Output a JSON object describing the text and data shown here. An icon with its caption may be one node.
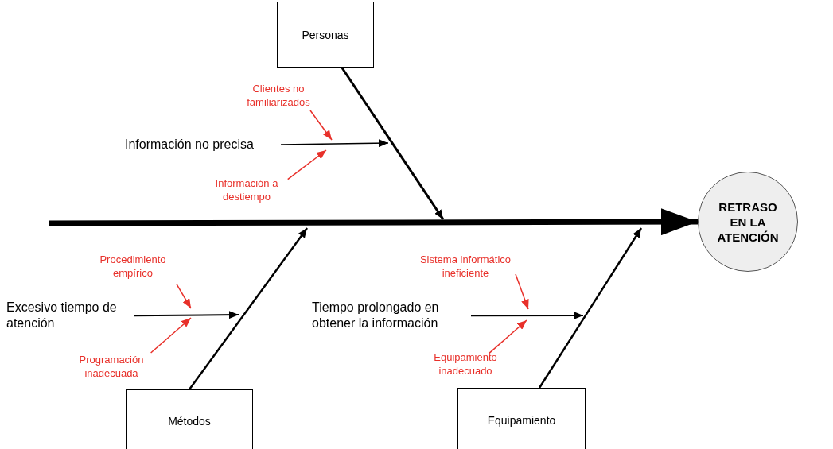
{
  "diagram": {
    "nodes": [
      {
        "text": [
          "Personas"
        ]
      },
      {
        "text": [
          "Métodos"
        ]
      },
      {
        "text": [
          "Equipamiento"
        ]
      },
      {
        "text": [
          "RETRASO EN LA ATENCIÓN"
        ]
      },
      {
        "text": [
          "Información no precisa"
        ]
      },
      {
        "text": [
          "Clientes no familiarizados"
        ]
      },
      {
        "text": [
          "Información a destiempo"
        ]
      },
      {
        "text": [
          "Excesivo tiempo de atención"
        ]
      },
      {
        "text": [
          "Procedimiento empírico"
        ]
      },
      {
        "text": [
          "Programación inadecuada"
        ]
      },
      {
        "text": [
          "Tiempo prolongado en obtener la información"
        ]
      },
      {
        "text": [
          "Sistema informático ineficiente"
        ]
      },
      {
        "text": [
          "Equipamiento inadecuado"
        ]
      }
    ],
    "edges": [
      {
        "from": null,
        "to": 3,
        "arrow": "to",
        "style": "thick"
      },
      {
        "from": 0,
        "to": null,
        "arrow": "to"
      },
      {
        "from": 1,
        "to": null,
        "arrow": "to"
      },
      {
        "from": 2,
        "to": null,
        "arrow": "to"
      },
      {
        "from": 4,
        "to": null,
        "arrow": "to"
      },
      {
        "from": 5,
        "to": null,
        "arrow": "to",
        "color": "#e8302a"
      },
      {
        "from": 6,
        "to": null,
        "arrow": "to",
        "color": "#e8302a"
      },
      {
        "from": 7,
        "to": null,
        "arrow": "to"
      },
      {
        "from": 8,
        "to": null,
        "arrow": "to",
        "color": "#e8302a"
      },
      {
        "from": 9,
        "to": null,
        "arrow": "to",
        "color": "#e8302a"
      },
      {
        "from": 10,
        "to": null,
        "arrow": "to"
      },
      {
        "from": 11,
        "to": null,
        "arrow": "to",
        "color": "#e8302a"
      },
      {
        "from": 12,
        "to": null,
        "arrow": "to",
        "color": "#e8302a"
      }
    ]
  }
}
